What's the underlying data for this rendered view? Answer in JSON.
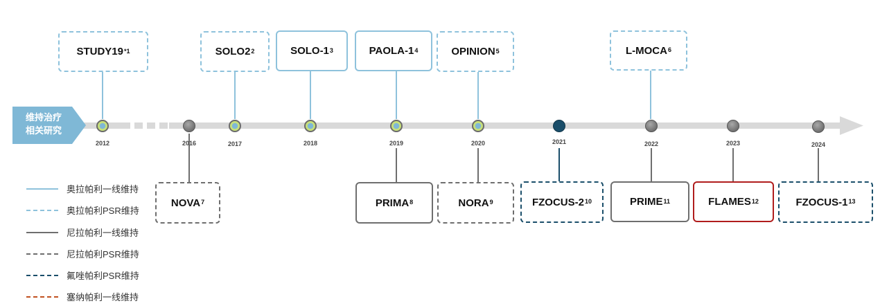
{
  "start_label": [
    "维持治疗",
    "相关研究"
  ],
  "years": [
    "2012",
    "2016",
    "2017",
    "2018",
    "2019",
    "2020",
    "2021",
    "2022",
    "2023",
    "2024"
  ],
  "top_studies": [
    {
      "name": "STUDY19",
      "sup": "*1"
    },
    {
      "name": "SOLO2",
      "sup": "2"
    },
    {
      "name": "SOLO-1",
      "sup": "3"
    },
    {
      "name": "PAOLA-1",
      "sup": "4"
    },
    {
      "name": "OPINION",
      "sup": "5"
    },
    {
      "name": "L-MOCA",
      "sup": "6"
    }
  ],
  "bottom_studies": [
    {
      "name": "NOVA",
      "sup": "7"
    },
    {
      "name": "PRIMA",
      "sup": "8"
    },
    {
      "name": "NORA",
      "sup": "9"
    },
    {
      "name": "FZOCUS-2",
      "sup": "10"
    },
    {
      "name": "PRIME",
      "sup": "11"
    },
    {
      "name": "FLAMES",
      "sup": "12"
    },
    {
      "name": "FZOCUS-1",
      "sup": "13"
    }
  ],
  "legend": [
    {
      "label": "奥拉帕利一线维持",
      "color": "#8ec2dc",
      "style": "solid"
    },
    {
      "label": "奥拉帕利PSR维持",
      "color": "#8ec2dc",
      "style": "dashed"
    },
    {
      "label": "尼拉帕利一线维持",
      "color": "#6e6e6e",
      "style": "solid"
    },
    {
      "label": "尼拉帕利PSR维持",
      "color": "#6e6e6e",
      "style": "dashed"
    },
    {
      "label": "氟唑帕利PSR维持",
      "color": "#1a4e6a",
      "style": "dashed"
    },
    {
      "label": "塞纳帕利一线维持",
      "color": "#c0501f",
      "style": "dashed"
    }
  ]
}
